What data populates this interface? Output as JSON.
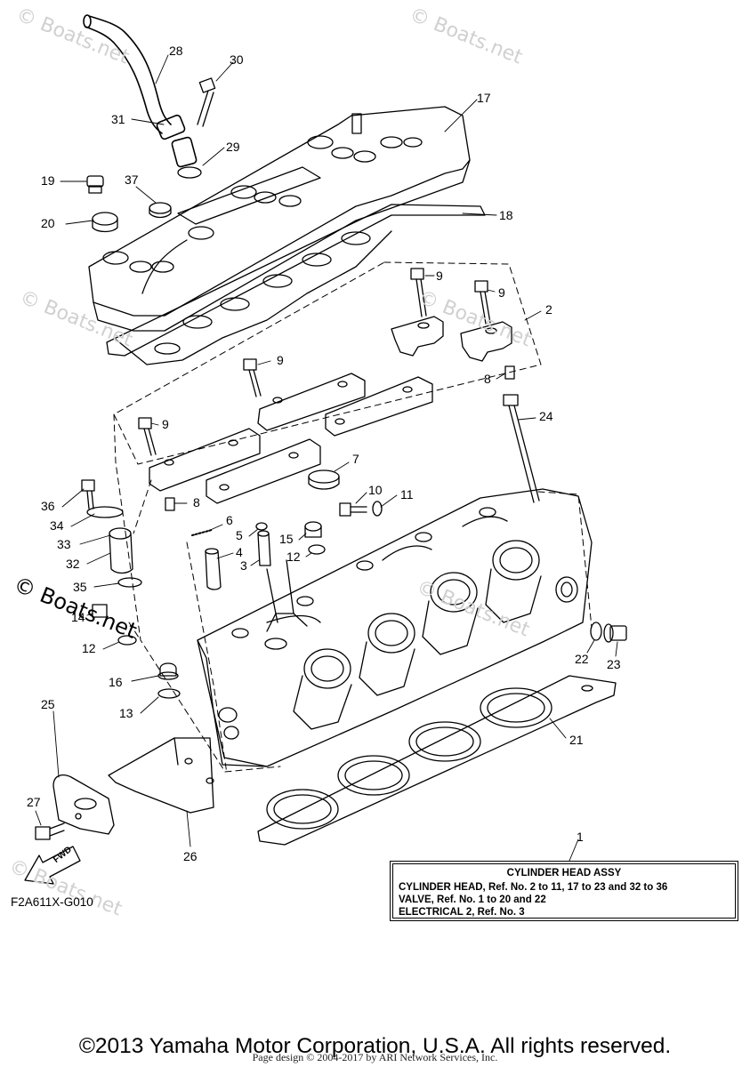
{
  "callouts": [
    "28",
    "30",
    "17",
    "31",
    "29",
    "19",
    "37",
    "18",
    "20",
    "9",
    "9",
    "2",
    "9",
    "8",
    "24",
    "9",
    "7",
    "36",
    "8",
    "10",
    "11",
    "6",
    "34",
    "5",
    "15",
    "33",
    "4",
    "12",
    "32",
    "3",
    "35",
    "14",
    "12",
    "16",
    "22",
    "23",
    "13",
    "25",
    "21",
    "27",
    "26",
    "1"
  ],
  "assembly_note": {
    "title": "CYLINDER HEAD ASSY",
    "lines": [
      "CYLINDER HEAD, Ref. No. 2 to 11, 17 to 23 and 32 to 36",
      "VALVE, Ref. No. 1 to 20 and 22",
      "ELECTRICAL 2, Ref. No. 3"
    ]
  },
  "fwd_label": "FWD",
  "figure_code": "F2A611X-G010",
  "copyright": "©2013 Yamaha Motor Corporation, U.S.A. All rights reserved.",
  "page_credit": "Page design © 2004-2017 by ARI Network Services, Inc.",
  "watermark": {
    "small": "© Boats.net",
    "large": "© Boats.net"
  }
}
